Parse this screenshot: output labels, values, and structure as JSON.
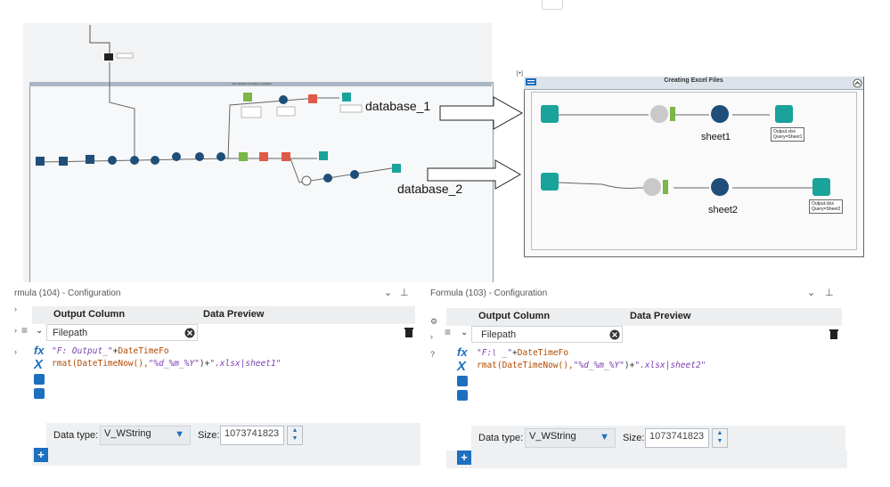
{
  "workflow": {
    "container_title": "Intermediate and Alteryx workflow",
    "arrow_labels": [
      "database_1",
      "database_2"
    ]
  },
  "excel_container": {
    "badge": "[+]",
    "title": "Creating Excel Files",
    "sheet_labels": [
      "sheet1",
      "sheet2"
    ],
    "outputs": [
      {
        "line1": "Output.xlsx",
        "line2": "Query=Sheet1"
      },
      {
        "line1": "Output.xlsx",
        "line2": "Query=Sheet2"
      }
    ]
  },
  "panels": [
    {
      "title": "rmula (104) - Configuration",
      "col_output": "Output Column",
      "col_preview": "Data Preview",
      "field": "Filepath",
      "expr_line1_str": "\"F:                              Output_\"",
      "expr_line1_op": "+",
      "expr_line1_fn": "DateTimeFo",
      "expr_line2_fn": "rmat(DateTimeNow(),",
      "expr_line2_str": "\"%d_%m_%Y\"",
      "expr_line2_op": ")+",
      "expr_line2_tail": "\".xlsx|sheet1\"",
      "datatype_label": "Data type:",
      "datatype_value": "V_WString",
      "size_label": "Size:",
      "size_value": "1073741823"
    },
    {
      "title": "Formula (103) - Configuration",
      "col_output": "Output Column",
      "col_preview": "Data Preview",
      "field": "Filepath",
      "expr_line1_str": "\"F:\\                                    _\"",
      "expr_line1_op": "+",
      "expr_line1_fn": "DateTimeFo",
      "expr_line2_fn": "rmat(DateTimeNow(),",
      "expr_line2_str": "\"%d_%m_%Y\"",
      "expr_line2_op": ")+",
      "expr_line2_tail": "\".xlsx|sheet2\"",
      "datatype_label": "Data type:",
      "datatype_value": "V_WString",
      "size_label": "Size:",
      "size_value": "1073741823"
    }
  ],
  "colors": {
    "accent": "#1d6fbf",
    "tool_teal": "#1aa39a",
    "tool_green": "#7ab648",
    "tool_navy": "#1f4e79",
    "tool_red": "#e05a47"
  }
}
